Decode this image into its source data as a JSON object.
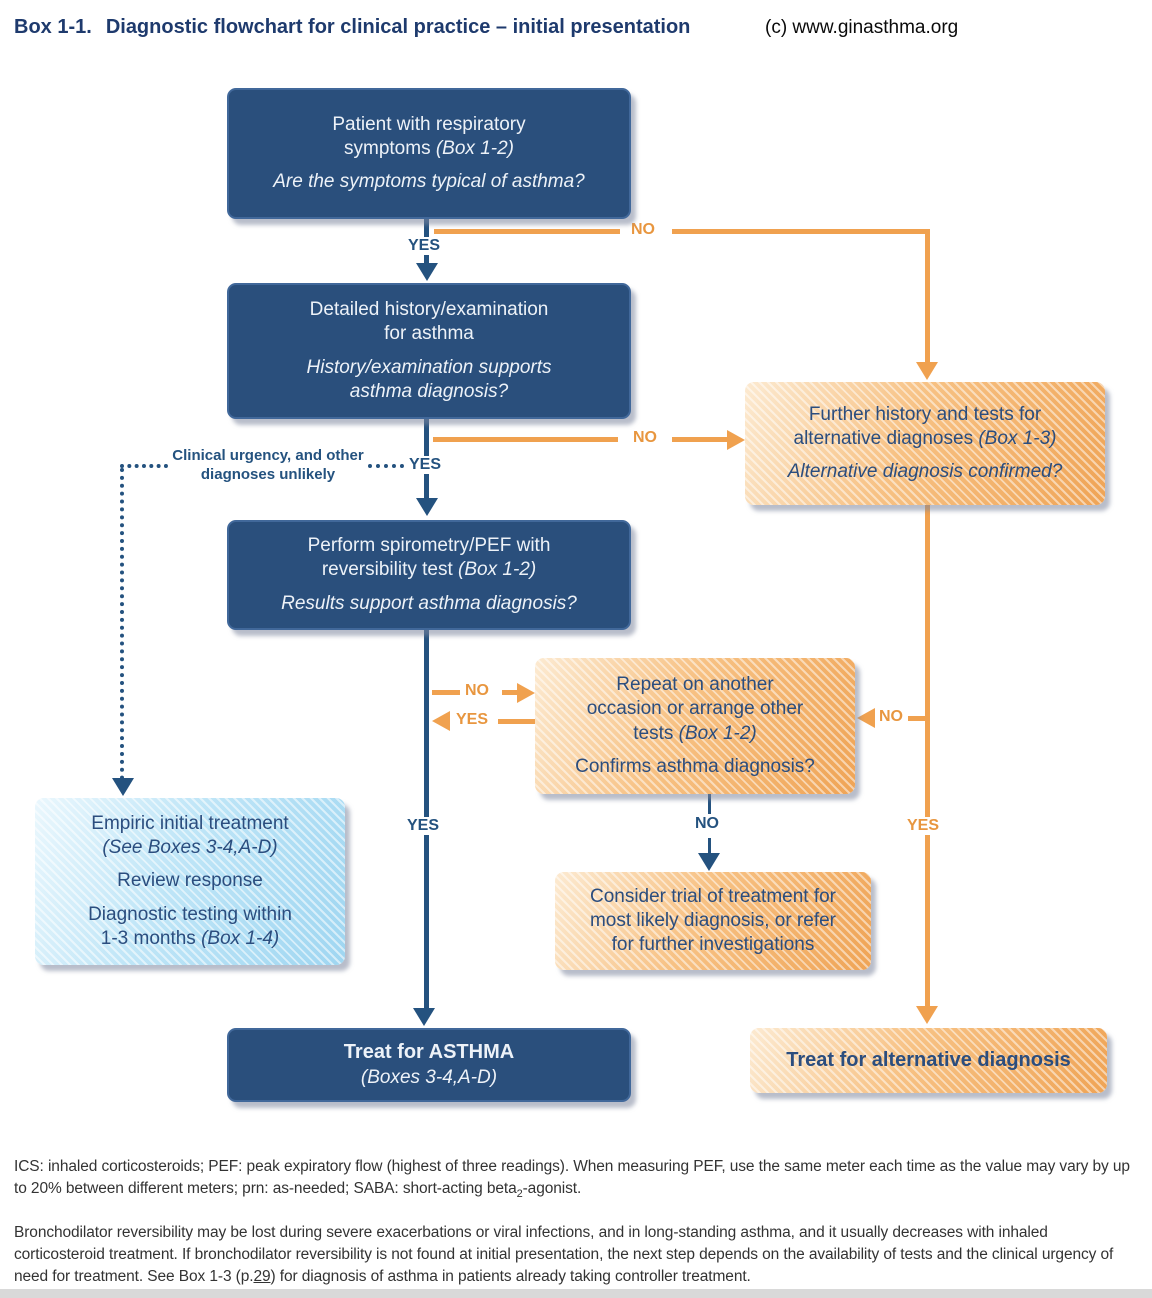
{
  "header": {
    "box_label": "Box 1-1.",
    "title": "Diagnostic flowchart for clinical practice – initial presentation",
    "credit": "(c) www.ginasthma.org"
  },
  "flow": {
    "patient": {
      "l1": "Patient with respiratory",
      "l2": "symptoms ",
      "l2_ref": "(Box 1-2)",
      "q": "Are the symptoms typical of asthma?"
    },
    "history": {
      "l1": "Detailed history/examination",
      "l2": "for asthma",
      "q1": "History/examination supports",
      "q2": "asthma diagnosis?"
    },
    "spirometry": {
      "l1": "Perform spirometry/PEF with",
      "l2": "reversibility test ",
      "l2_ref": "(Box 1-2)",
      "q": "Results support asthma diagnosis?"
    },
    "further": {
      "l1": "Further history and tests for",
      "l2": "alternative diagnoses ",
      "l2_ref": "(Box 1-3)",
      "q": "Alternative diagnosis confirmed?"
    },
    "repeat": {
      "l1": "Repeat on another",
      "l2": "occasion or arrange other",
      "l3": "tests ",
      "l3_ref": "(Box 1-2)",
      "q": "Confirms asthma diagnosis?"
    },
    "empiric": {
      "l1": "Empiric initial treatment",
      "l1_ref": "(See Boxes 3-4,A-D)",
      "l2": "Review response",
      "l3": "Diagnostic testing within",
      "l4": "1-3 months ",
      "l4_ref": "(Box 1-4)"
    },
    "consider": {
      "l1": "Consider trial of treatment for",
      "l2": "most likely diagnosis, or refer",
      "l3": "for further investigations"
    },
    "treat_asthma": {
      "l1": "Treat for ASTHMA",
      "l2": "(Boxes 3-4,A-D)"
    },
    "treat_alt": {
      "l1": "Treat for alternative diagnosis"
    },
    "urgency_note": {
      "l1": "Clinical urgency, and other",
      "l2": "diagnoses unlikely"
    }
  },
  "edge_labels": {
    "patient_yes": "YES",
    "patient_no": "NO",
    "history_no": "NO",
    "urgency_yes": "YES",
    "spiro_no": "NO",
    "repeat_back_yes": "YES",
    "alt_branch_no": "NO",
    "repeat_no": "NO",
    "asthma_yes": "YES",
    "alt_yes": "YES"
  },
  "footnotes": {
    "p1_a": "ICS: inhaled corticosteroids; PEF: peak expiratory flow (highest of three readings). When measuring PEF, use the same meter each time as the value may vary by up to 20% between different meters; prn: as-needed; SABA: short-acting beta",
    "p1_sub": "2",
    "p1_b": "-agonist.",
    "p2_a": "Bronchodilator reversibility may be lost during severe exacerbations or viral infections, and in long-standing asthma, and it usually decreases with inhaled corticosteroid treatment. If bronchodilator reversibility is not found at initial presentation, the next step depends on the availability of tests and the clinical urgency of need for treatment. See Box 1-3 (p.",
    "p2_link": "29",
    "p2_b": ") for diagnosis of asthma in patients already taking controller treatment."
  },
  "colors": {
    "navy_box": "#2A4F7C",
    "navy_line": "#24527F",
    "orange": "#F0A14F",
    "light_blue": "#A9DCF5",
    "title_navy": "#1E3A6D"
  }
}
